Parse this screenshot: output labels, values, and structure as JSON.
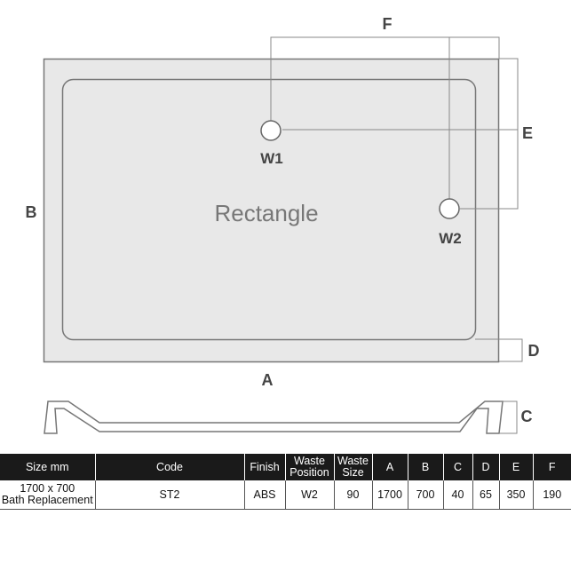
{
  "diagram": {
    "shape_label": "Rectangle",
    "waste1_label": "W1",
    "waste2_label": "W2",
    "dim_a": "A",
    "dim_b": "B",
    "dim_c": "C",
    "dim_d": "D",
    "dim_e": "E",
    "dim_f": "F",
    "colors": {
      "tray_fill": "#e8e8e8",
      "outline": "#777777",
      "dim_line": "#888888",
      "label": "#444444"
    }
  },
  "table": {
    "headers": [
      {
        "line1": "Size mm",
        "line2": ""
      },
      {
        "line1": "Code",
        "line2": ""
      },
      {
        "line1": "Finish",
        "line2": ""
      },
      {
        "line1": "Waste",
        "line2": "Position"
      },
      {
        "line1": "Waste",
        "line2": "Size"
      },
      {
        "line1": "A",
        "line2": ""
      },
      {
        "line1": "B",
        "line2": ""
      },
      {
        "line1": "C",
        "line2": ""
      },
      {
        "line1": "D",
        "line2": ""
      },
      {
        "line1": "E",
        "line2": ""
      },
      {
        "line1": "F",
        "line2": ""
      }
    ],
    "row": {
      "size_line1": "1700 x 700",
      "size_line2": "Bath Replacement",
      "code": "ST2",
      "finish": "ABS",
      "waste_position": "W2",
      "waste_size": "90",
      "a": "1700",
      "b": "700",
      "c": "40",
      "d": "65",
      "e": "350",
      "f": "190"
    },
    "colors": {
      "header_bg": "#1a1a1a",
      "header_text": "#ffffff"
    }
  }
}
